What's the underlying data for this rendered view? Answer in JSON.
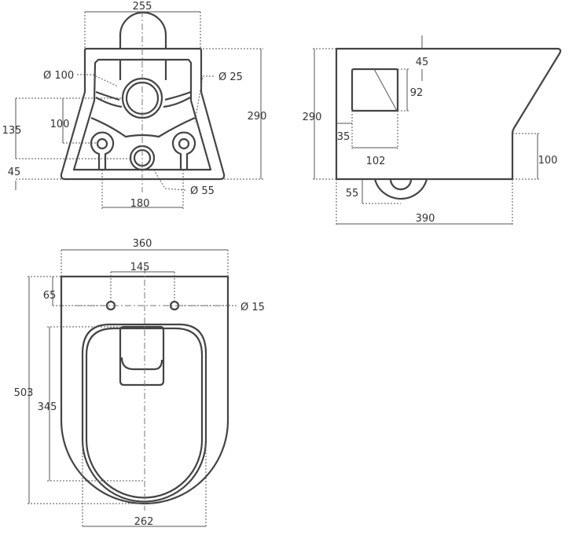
{
  "front_view": {
    "width": "255",
    "height": "290",
    "outlet_diameter": "Ø 100",
    "inlet_diameter": "Ø 25",
    "drain_diameter": "Ø 55",
    "bolt_spacing": "180",
    "outlet_height": "135",
    "bolt_to_outlet": "100",
    "bottom_offset": "45"
  },
  "side_view": {
    "height": "290",
    "top_offset": "45",
    "opening_height": "92",
    "side_offset": "35",
    "opening_width": "102",
    "front_height": "100",
    "drain_depth": "55",
    "length": "390"
  },
  "top_view": {
    "width": "360",
    "hole_spacing": "145",
    "hole_offset": "65",
    "hole_diameter": "Ø 15",
    "length": "503",
    "bowl_length": "345",
    "bowl_width": "262"
  }
}
